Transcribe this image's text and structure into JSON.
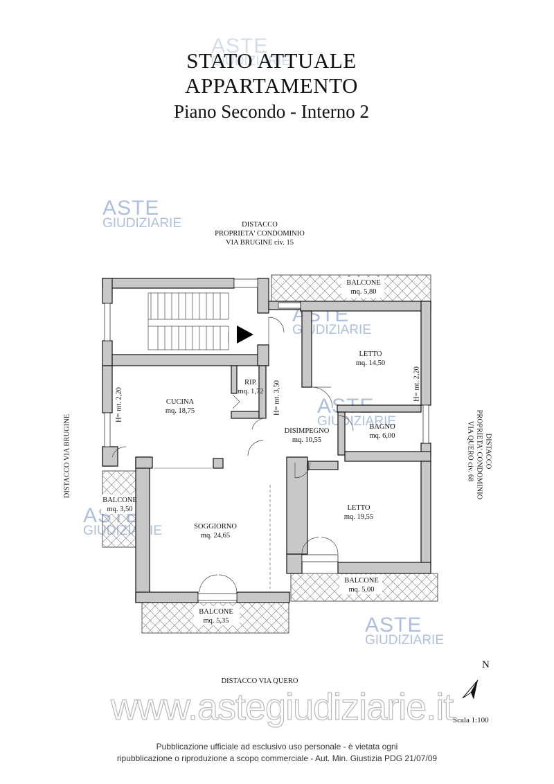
{
  "title": {
    "line1": "STATO ATTUALE",
    "line2": "APPARTAMENTO",
    "line3": "Piano Secondo - Interno 2"
  },
  "surroundings": {
    "top": [
      "DISTACCO",
      "PROPRIETA' CONDOMINIO",
      "VIA BRUGINE civ. 15"
    ],
    "left": "DISTACCO VIA BRUGINE",
    "right": [
      "DISTACCO",
      "PROPRIETA' CONDOMINIO",
      "VIA QUERO civ. 68"
    ],
    "bottom": "DISTACCO VIA QUERO"
  },
  "rooms": {
    "balcone_top": {
      "name": "BALCONE",
      "area": "mq. 5,80"
    },
    "letto_1": {
      "name": "LETTO",
      "area": "mq. 14,50"
    },
    "rip": {
      "name": "RIP.",
      "area": "mq. 1,72"
    },
    "cucina": {
      "name": "CUCINA",
      "area": "mq. 18,75"
    },
    "disimpegno": {
      "name": "DISIMPEGNO",
      "area": "mq. 10,55"
    },
    "bagno": {
      "name": "BAGNO",
      "area": "mq. 6,00"
    },
    "letto_2": {
      "name": "LETTO",
      "area": "mq. 19,55"
    },
    "soggiorno": {
      "name": "SOGGIORNO",
      "area": "mq. 24,65"
    },
    "balcone_left": {
      "name": "BALCONE",
      "area": "mq. 3,50"
    },
    "balcone_right": {
      "name": "BALCONE",
      "area": "mq. 5,00"
    },
    "balcone_bottom": {
      "name": "BALCONE",
      "area": "mq. 5,35"
    }
  },
  "heights": {
    "cucina": "H= mt. 2,20",
    "disimpegno": "H= mt. 3,50",
    "letto": "H= mt. 2,20"
  },
  "north": {
    "label": "N"
  },
  "scale": {
    "label": "Scala 1:100"
  },
  "watermark": {
    "brand_top": "ASTE",
    "brand_bottom": "GIUDIZIARIE",
    "website": "www.astegiudiziarie.it"
  },
  "footer": {
    "line1": "Pubblicazione ufficiale ad esclusivo uso personale - è vietata ogni",
    "line2": "ripubblicazione o riproduzione a scopo commerciale - Aut. Min. Giustizia PDG 21/07/09"
  },
  "colors": {
    "wall_fill": "#c8c8c8",
    "wall_stroke": "#111111",
    "watermark": "#9fb4d6",
    "hatch": "#8a8a8a"
  }
}
